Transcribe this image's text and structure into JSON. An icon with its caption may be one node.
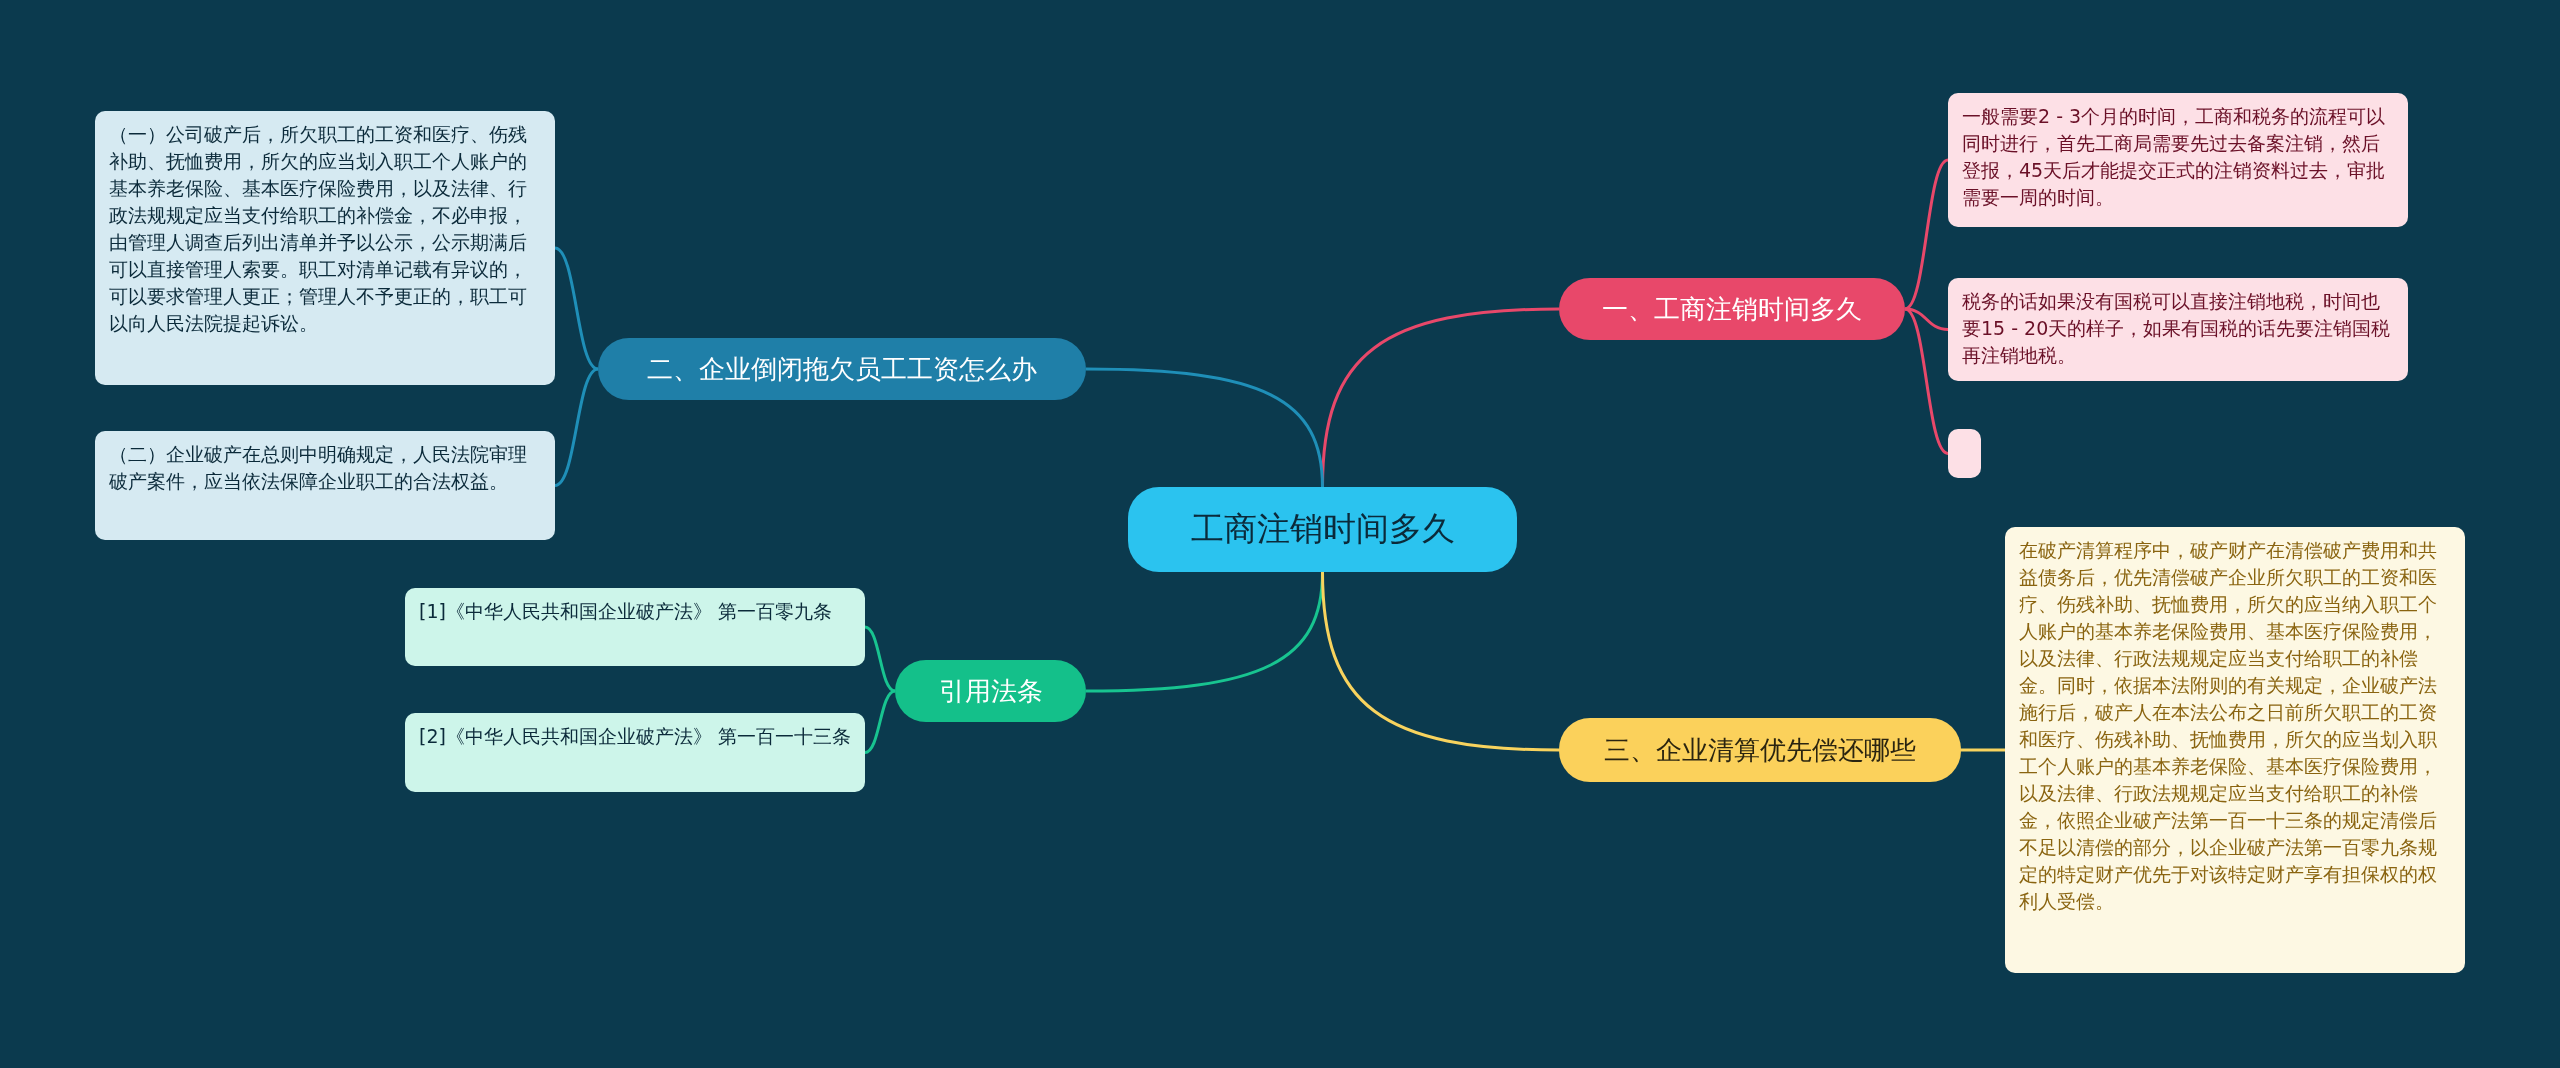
{
  "diagram": {
    "nodes": [
      {
        "text": [
          "工商注销时间多久"
        ]
      },
      {
        "text": [
          "一、工商注销时间多久"
        ]
      },
      {
        "text": [
          "一般需要2 - 3个月的时间，工商和税务的流程可以同时进行，首先工商局需要先过去备案注销，然后登报，45天后才能提交正式的注销资料过去，审批需要一周的时间。"
        ]
      },
      {
        "text": [
          "税务的话如果没有国税可以直接注销地税，时间也要15 - 20天的样子，如果有国税的话先要注销国税再注销地税。"
        ]
      },
      {
        "text": [],
        "shape": "box"
      },
      {
        "text": [
          "二、企业倒闭拖欠员工工资怎么办"
        ]
      },
      {
        "text": [
          "（一）公司破产后，所欠职工的工资和医疗、伤残补助、抚恤费用，所欠的应当划入职工个人账户的基本养老保险、基本医疗保险费用，以及法律、行政法规规定应当支付给职工的补偿金，不必申报，由管理人调查后列出清单并予以公示，公示期满后可以直接管理人索要。职工对清单记载有异议的，可以要求管理人更正；管理人不予更正的，职工可以向人民法院提起诉讼。"
        ]
      },
      {
        "text": [
          "（二）企业破产在总则中明确规定，人民法院审理破产案件，应当依法保障企业职工的合法权益。"
        ]
      },
      {
        "text": [
          "引用法条"
        ]
      },
      {
        "text": [
          "[1]《中华人民共和国企业破产法》 第一百零九条"
        ]
      },
      {
        "text": [
          "[2]《中华人民共和国企业破产法》 第一百一十三条"
        ]
      },
      {
        "text": [
          "三、企业清算优先偿还哪些"
        ]
      },
      {
        "text": [
          "在破产清算程序中，破产财产在清偿破产费用和共益债务后，优先清偿破产企业所欠职工的工资和医疗、伤残补助、抚恤费用，所欠的应当纳入职工个人账户的基本养老保险费用、基本医疗保险费用，以及法律、行政法规规定应当支付给职工的补偿金。同时，依据本法附则的有关规定，企业破产法施行后，破产人在本法公布之日前所欠职工的工资和医疗、伤残补助、抚恤费用，所欠的应当划入职工个人账户的基本养老保险、基本医疗保险费用，以及法律、行政法规规定应当支付给职工的补偿金，依照企业破产法第一百一十三条的规定清偿后不足以清偿的部分，以企业破产法第一百零九条规定的特定财产优先于对该特定财产享有担保权的权利人受偿。"
        ]
      }
    ],
    "edges": [
      {
        "from": 0,
        "to": 1,
        "arrow": "none",
        "color": "#e8486a"
      },
      {
        "from": 1,
        "to": 2,
        "arrow": "none",
        "color": "#e8486a"
      },
      {
        "from": 1,
        "to": 3,
        "arrow": "none",
        "color": "#e8486a"
      },
      {
        "from": 1,
        "to": 4,
        "arrow": "none",
        "color": "#e8486a"
      },
      {
        "from": 0,
        "to": 5,
        "arrow": "none",
        "color": "#1f8fb8"
      },
      {
        "from": 5,
        "to": 6,
        "arrow": "none",
        "color": "#1f8fb8"
      },
      {
        "from": 5,
        "to": 7,
        "arrow": "none",
        "color": "#1f8fb8"
      },
      {
        "from": 0,
        "to": 8,
        "arrow": "none",
        "color": "#18c490"
      },
      {
        "from": 8,
        "to": 9,
        "arrow": "none",
        "color": "#18c490"
      },
      {
        "from": 8,
        "to": 10,
        "arrow": "none",
        "color": "#18c490"
      },
      {
        "from": 0,
        "to": 11,
        "arrow": "none",
        "color": "#f8d35e"
      },
      {
        "from": 11,
        "to": 12,
        "arrow": "none",
        "color": "#f8d35e"
      }
    ]
  }
}
